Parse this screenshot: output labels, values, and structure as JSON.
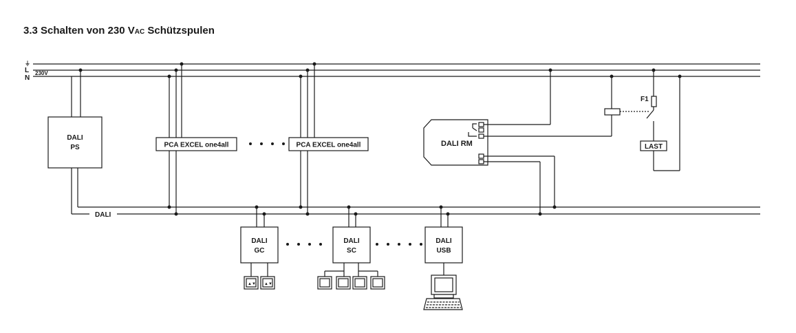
{
  "title": {
    "number": "3.3",
    "text_before": "Schalten von 230 V",
    "subscript": "AC",
    "text_after": " Schützspulen"
  },
  "rail_labels": {
    "earth": "⏚",
    "line": "L",
    "neutral": "N",
    "voltage": "230V"
  },
  "bus_label": "DALI",
  "devices": {
    "ps": {
      "line1": "DALI",
      "line2": "PS"
    },
    "pca1": "PCA EXCEL one4all",
    "pca2": "PCA EXCEL one4all",
    "rm": "DALI RM",
    "gc": {
      "line1": "DALI",
      "line2": "GC"
    },
    "sc": {
      "line1": "DALI",
      "line2": "SC"
    },
    "usb": {
      "line1": "DALI",
      "line2": "USB"
    }
  },
  "fuse_label": "F1",
  "load_label": "LAST",
  "colors": {
    "ink": "#1a1a1a",
    "background": "#ffffff"
  }
}
